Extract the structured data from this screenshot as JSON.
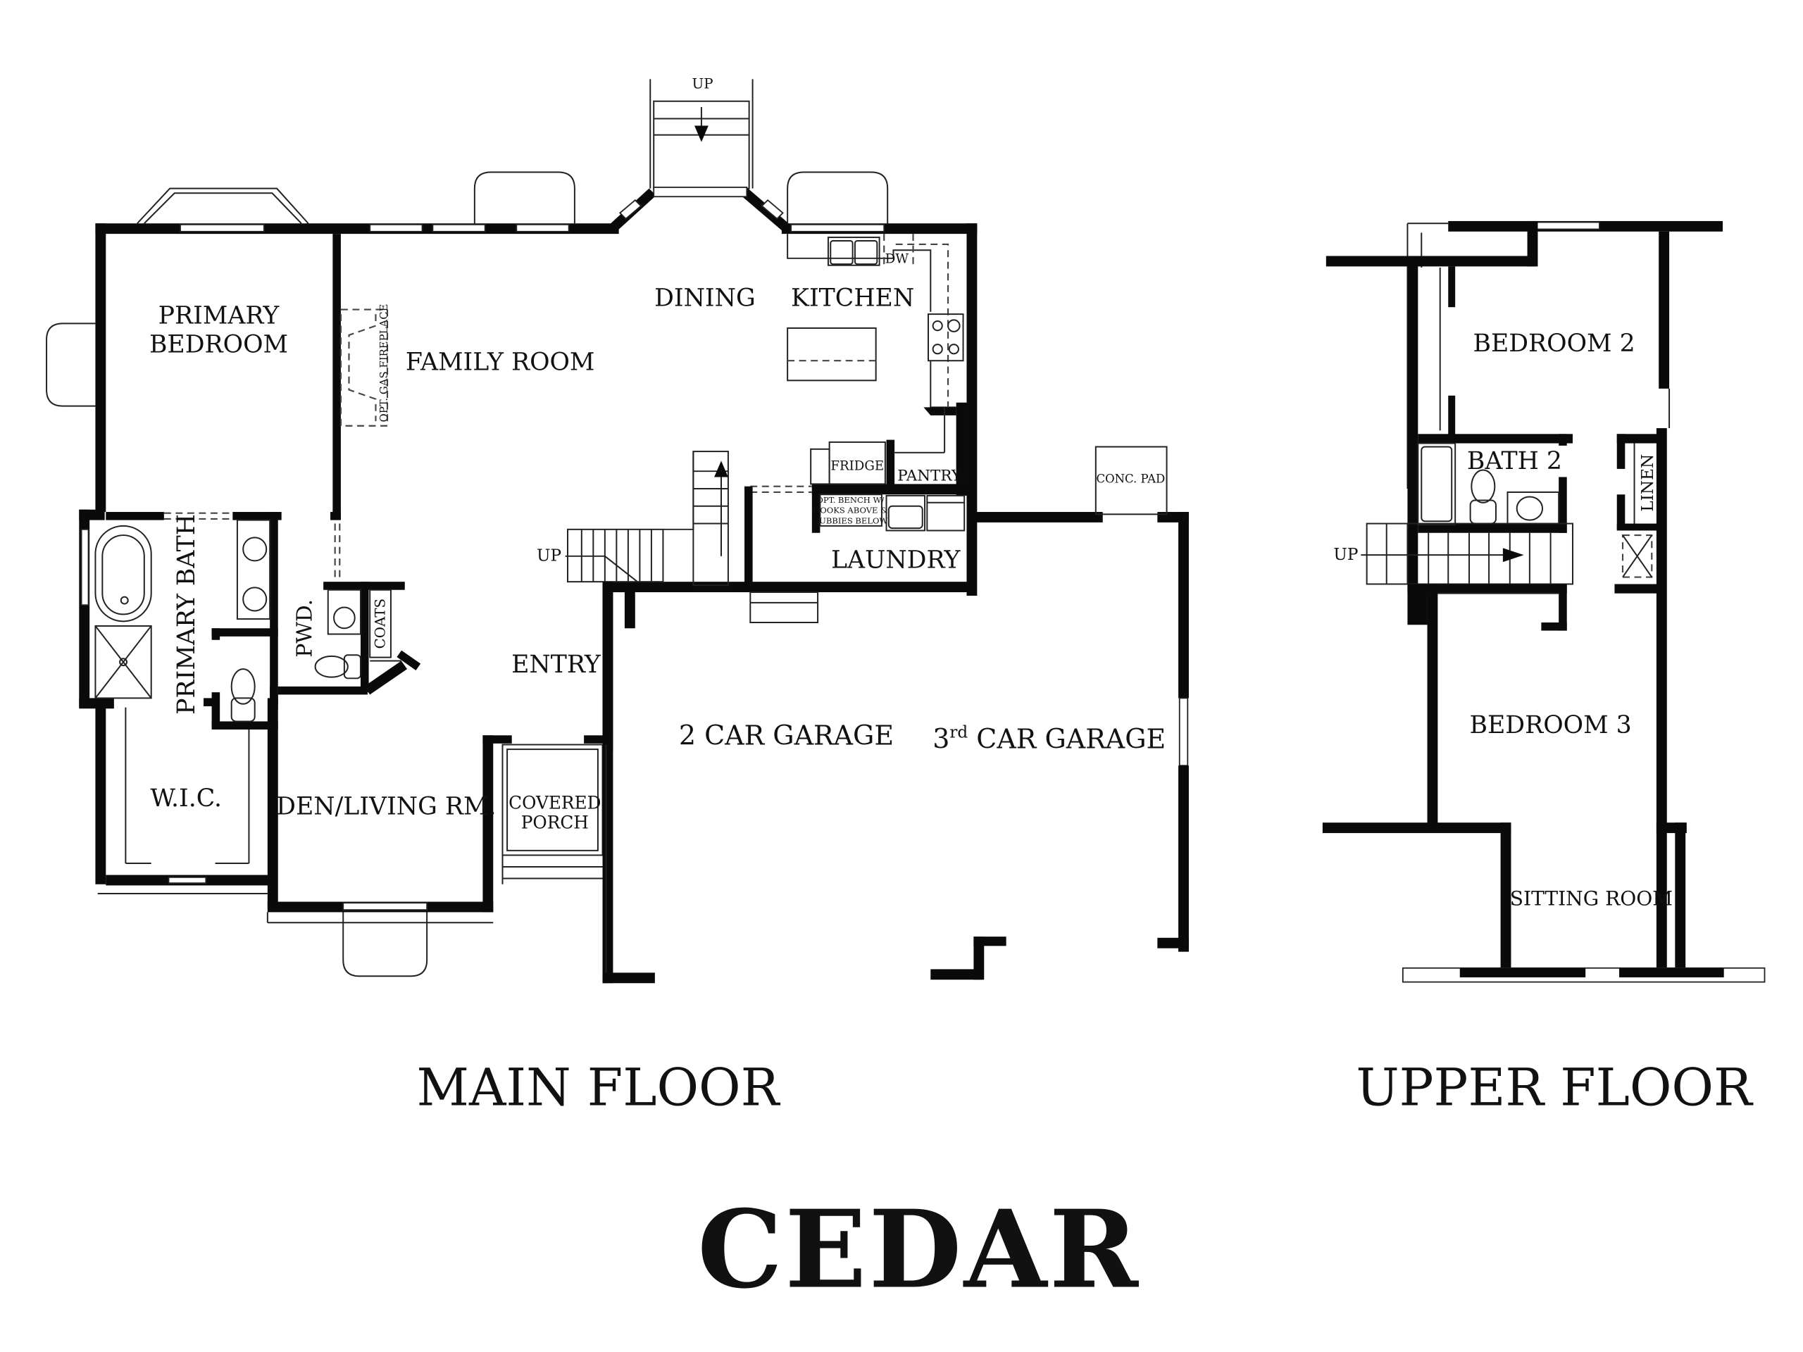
{
  "plan": {
    "title": "CEDAR",
    "accent_color": "#0a0a0a",
    "main_floor": {
      "label": "MAIN FLOOR",
      "rooms": {
        "primary_bedroom_line1": "PRIMARY",
        "primary_bedroom_line2": "BEDROOM",
        "family_room": "FAMILY ROOM",
        "dining": "DINING",
        "kitchen": "KITCHEN",
        "primary_bath": "PRIMARY BATH",
        "pwd": "PWD.",
        "coats": "COATS",
        "entry": "ENTRY",
        "wic": "W.I.C.",
        "den": "DEN/LIVING RM.",
        "covered_porch_line1": "COVERED",
        "covered_porch_line2": "PORCH",
        "two_car_garage": "2 CAR GARAGE",
        "third_car_garage_num": "3",
        "third_car_garage_sup": "rd",
        "third_car_garage_rest": " CAR GARAGE",
        "laundry": "LAUNDRY",
        "pantry": "PANTRY",
        "fridge": "FRIDGE",
        "dw": "DW",
        "conc_pad": "CONC. PAD",
        "fireplace": "OPT. GAS FIREPLACE",
        "bench_line1": "OPT. BENCH W/",
        "bench_line2": "HOOKS ABOVE &",
        "bench_line3": "CUBBIES BELOW",
        "stair_up_top": "UP",
        "stair_up_main": "UP"
      }
    },
    "upper_floor": {
      "label": "UPPER FLOOR",
      "rooms": {
        "bedroom2": "BEDROOM 2",
        "bath2": "BATH 2",
        "linen": "LINEN",
        "bedroom3": "BEDROOM 3",
        "sitting_room": "SITTING ROOM",
        "stair_up": "UP"
      }
    }
  }
}
